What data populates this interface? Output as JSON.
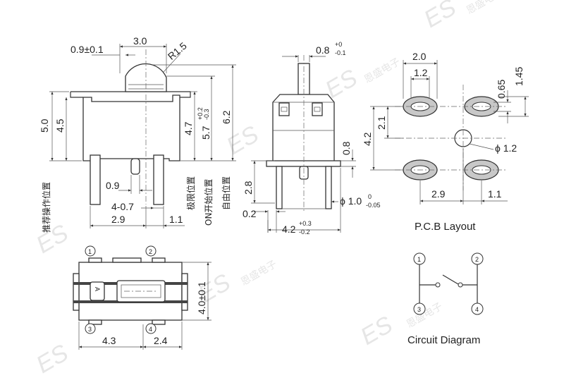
{
  "watermark": {
    "brand": "ES",
    "cn": "恩盛电子"
  },
  "side_view": {
    "dims": {
      "top_width": "3.0",
      "offset": "0.9±0.1",
      "radius": "R1.5",
      "h_5_0": "5.0",
      "h_4_5": "4.5",
      "h_4_7": "4.7",
      "h_5_7": "5.7",
      "h_5_7_tol_top": "+0.2",
      "h_5_7_tol_bot": "-0.3",
      "h_6_2": "6.2",
      "pin_0_9": "0.9",
      "span_4_0_7": "4-0.7",
      "span_2_9": "2.9",
      "span_1_1": "1.1"
    },
    "labels": {
      "push_pos": "推荐操作位置",
      "limit_pos": "极限位置",
      "on_pos": "ON开始位置",
      "free_pos": "自由位置"
    }
  },
  "front_view": {
    "dims": {
      "plunger": "0.8",
      "plunger_tol_top": "+0",
      "plunger_tol_bot": "-0.1",
      "pin_0_8": "0.8",
      "h_2_8": "2.8",
      "w_0_2": "0.2",
      "phi_1_0": "ϕ 1.0",
      "phi_tol_top": "0",
      "phi_tol_bot": "-0.05",
      "w_4_2": "4.2",
      "w_4_2_tol_top": "+0.3",
      "w_4_2_tol_bot": "-0.2"
    }
  },
  "pcb_layout": {
    "title": "P.C.B Layout",
    "dims": {
      "w_2_0": "2.0",
      "w_1_2": "1.2",
      "h_0_65": "0.65",
      "h_1_45": "1.45",
      "h_4_2": "4.2",
      "h_2_1": "2.1",
      "phi_1_2": "ϕ 1.2",
      "w_2_9": "2.9",
      "w_1_1": "1.1"
    }
  },
  "bottom_view": {
    "pins": [
      "1",
      "2",
      "3",
      "4"
    ],
    "marker": "A",
    "dims": {
      "w_4_3": "4.3",
      "w_2_4": "2.4",
      "h_4_0": "4.0±0.1"
    }
  },
  "circuit": {
    "title": "Circuit Diagram",
    "pins": [
      "1",
      "2",
      "3",
      "4"
    ]
  }
}
